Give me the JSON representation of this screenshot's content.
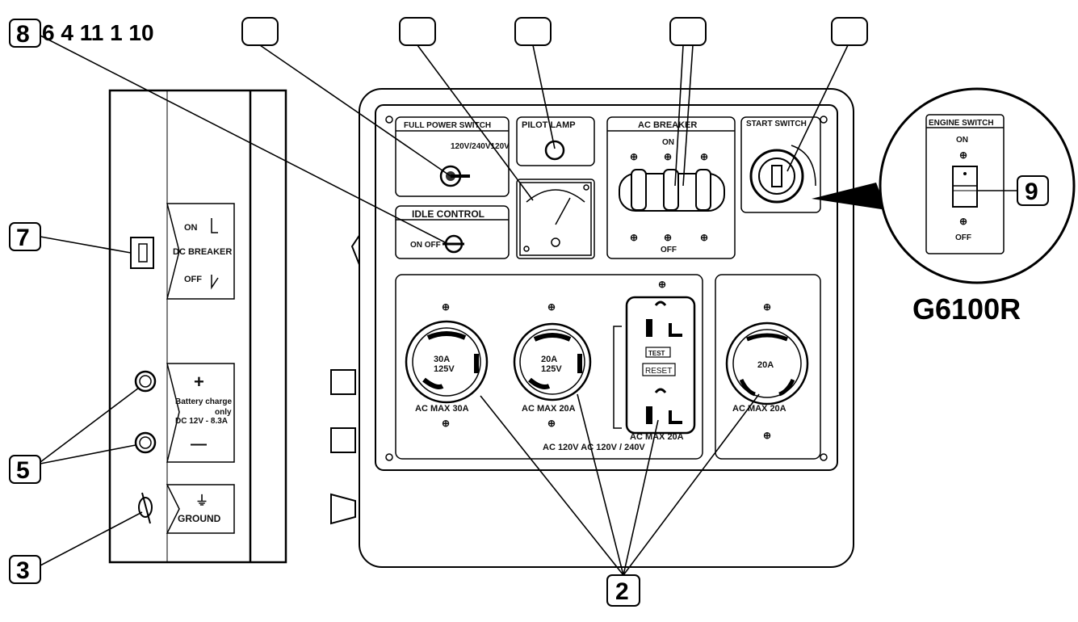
{
  "callouts": {
    "top_row": "8 6 4 11 1 10",
    "eight": "8",
    "seven": "7",
    "five": "5",
    "three": "3",
    "two": "2",
    "nine": "9"
  },
  "left_panel": {
    "dc_on": "ON",
    "dc_breaker": "DC BREAKER",
    "dc_off": "OFF",
    "plus": "+",
    "battery": "Battery charge",
    "only": "only",
    "dc_rating": "DC 12V - 8.3A",
    "minus": "—",
    "ground_symbol": "⏚",
    "ground": "GROUND"
  },
  "main_panel": {
    "full_power": "FULL POWER SWITCH",
    "voltage": "120V/240V120V",
    "pilot": "PILOT LAMP",
    "ac_breaker": "AC BREAKER",
    "ac_on": "ON",
    "ac_off": "OFF",
    "start": "START SWITCH",
    "idle": "IDLE CONTROL",
    "idle_onoff": "ON OFF",
    "r1_a": "30A",
    "r1_b": "125V",
    "r1_max": "AC MAX 30A",
    "r2_a": "20A",
    "r2_b": "125V",
    "r2_max": "AC MAX 20A",
    "gfci_test": "TEST",
    "gfci_reset": "RESET",
    "gfci_max": "AC MAX 20A",
    "voltage_footer": "AC 120V AC 120V / 240V",
    "r4_a": "20A",
    "r4_max": "AC MAX 20A"
  },
  "inset": {
    "engine_switch": "ENGINE SWITCH",
    "on": "ON",
    "off": "OFF",
    "model": "G6100R"
  }
}
